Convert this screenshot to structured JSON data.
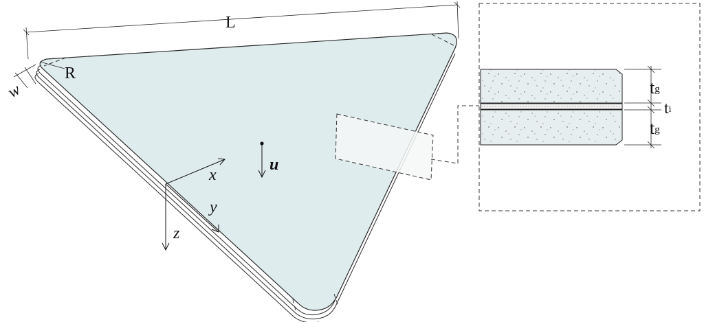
{
  "plate": {
    "fill_color": "#dfeced",
    "edge_color": "#2a2a2a",
    "dimension_length": "L",
    "dimension_width": "w",
    "corner_radius": "R",
    "load": "u"
  },
  "axes": {
    "x": "x",
    "y": "y",
    "z": "z"
  },
  "detail": {
    "glass_top": {
      "t": "t",
      "sub": "g"
    },
    "interlayer": {
      "t": "t",
      "sub": "i"
    },
    "glass_bottom": {
      "t": "t",
      "sub": "g"
    }
  }
}
